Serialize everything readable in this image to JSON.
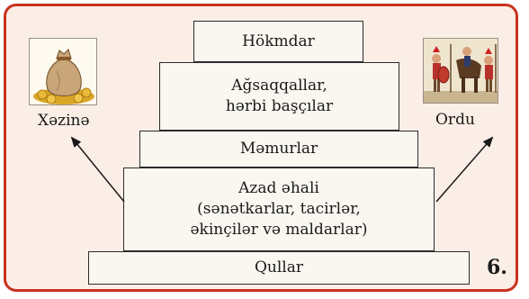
{
  "pyramid": {
    "tiers": [
      {
        "label": "Hökmdar"
      },
      {
        "label": "Ağsaqqallar,\nhərbi başçılar"
      },
      {
        "label": "Məmurlar"
      },
      {
        "label": "Azad əhali\n(sənətkarlar, tacirlər,\nəkinçilər və maldarlar)"
      },
      {
        "label": "Qullar"
      }
    ]
  },
  "left": {
    "label": "Xəzinə",
    "icon": "money-bag-icon"
  },
  "right": {
    "label": "Ordu",
    "icon": "army-soldiers-icon"
  },
  "figure_number": "6.",
  "colors": {
    "frame": "#c8311f",
    "background": "#fbeee6",
    "tier_fill": "#faf7f1",
    "stroke": "#2b2b2b"
  }
}
